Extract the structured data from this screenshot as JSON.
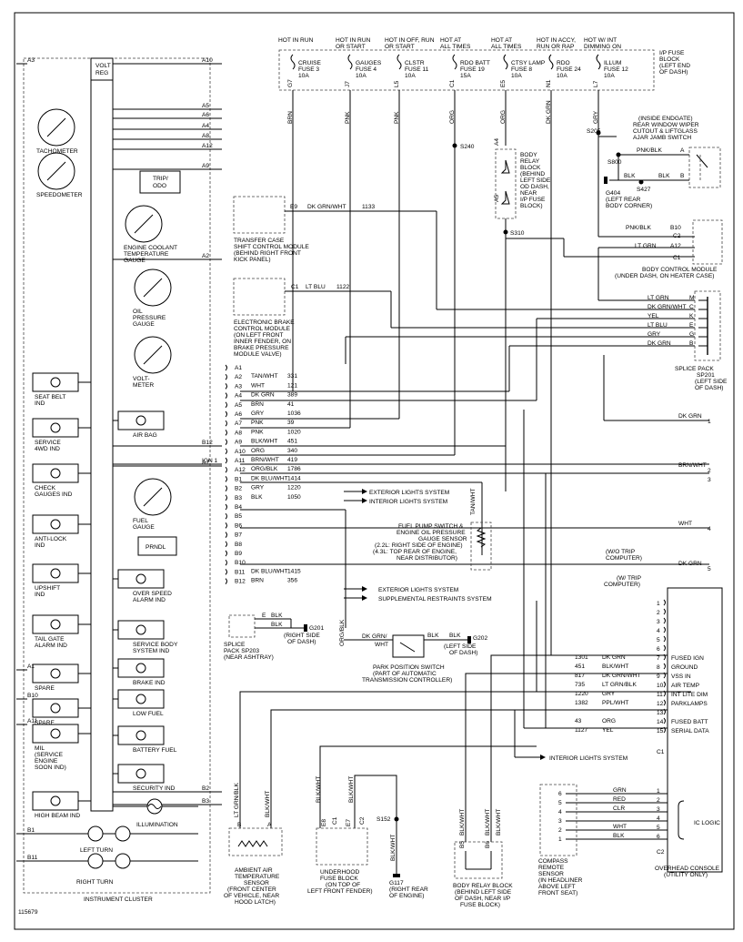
{
  "fuse_block": {
    "label": [
      "I/P FUSE",
      "BLOCK",
      "(LEFT END",
      "OF DASH)"
    ],
    "fuses": [
      {
        "hot": [
          "HOT IN RUN",
          ""
        ],
        "name": "CRUISE",
        "num": "FUSE 3",
        "amp": "10A",
        "pin": "G7",
        "wire": "BRN"
      },
      {
        "hot": [
          "HOT IN RUN",
          "OR START"
        ],
        "name": "GAUGES",
        "num": "FUSE 4",
        "amp": "10A",
        "pin": "J7",
        "wire": "PNK"
      },
      {
        "hot": [
          "HOT IN OFF, RUN",
          "OR START"
        ],
        "name": "CLSTR",
        "num": "FUSE 11",
        "amp": "10A",
        "pin": "L5",
        "wire": "PNK"
      },
      {
        "hot": [
          "HOT AT",
          "ALL TIMES"
        ],
        "name": "RDO BATT",
        "num": "FUSE 19",
        "amp": "15A",
        "pin": "C1",
        "wire": "ORG"
      },
      {
        "hot": [
          "HOT AT",
          "ALL TIMES"
        ],
        "name": "CTSY LAMP",
        "num": "FUSE 8",
        "amp": "10A",
        "pin": "E5",
        "wire": "ORG"
      },
      {
        "hot": [
          "HOT IN ACCY,",
          "RUN OR RAP"
        ],
        "name": "RDO",
        "num": "FUSE 24",
        "amp": "10A",
        "pin": "N1",
        "wire": "DK GRN"
      },
      {
        "hot": [
          "HOT W/ INT",
          "DIMMING ON"
        ],
        "name": "ILLUM",
        "num": "FUSE 12",
        "amp": "10A",
        "pin": "L7",
        "wire": "GRY"
      }
    ]
  },
  "cluster": {
    "title": "INSTRUMENT CLUSTER",
    "volt_reg": [
      "VOLT",
      "REG"
    ],
    "trip_odo": [
      "TRIP/",
      "ODO"
    ],
    "prndl": "PRNDL",
    "gauges": [
      {
        "label": [
          "TACHOMETER"
        ]
      },
      {
        "label": [
          "SPEEDOMETER"
        ]
      },
      {
        "label": [
          "ENGINE COOLANT",
          "TEMPERATURE",
          "GAUGE"
        ]
      },
      {
        "label": [
          "OIL",
          "PRESSURE",
          "GAUGE"
        ]
      },
      {
        "label": [
          "VOLT-",
          "METER"
        ]
      },
      {
        "label": [
          "FUEL",
          "GAUGE"
        ]
      }
    ],
    "left_indicators": [
      [
        "SEAT BELT",
        "IND"
      ],
      [
        "SERVICE",
        "4WD IND"
      ],
      [
        "CHECK",
        "GAUGES IND"
      ],
      [
        "ANTI-LOCK",
        "IND"
      ],
      [
        "UPSHIFT",
        "IND"
      ],
      [
        "TAIL GATE",
        "ALARM IND"
      ],
      [
        "SPARE"
      ],
      [
        "SPARE"
      ],
      [
        "MIL",
        "(SERVICE",
        "ENGINE",
        "SOON IND)"
      ],
      [
        "HIGH BEAM IND"
      ]
    ],
    "right_indicators": [
      [
        "AIR BAG"
      ],
      [
        "OVER SPEED",
        "ALARM IND"
      ],
      [
        "SERVICE BODY",
        "SYSTEM IND"
      ],
      [
        "BRAKE IND"
      ],
      [
        "LOW FUEL"
      ],
      [
        "BATTERY FUEL"
      ],
      [
        "SECURITY IND"
      ]
    ],
    "illumination": "ILLUMINATION",
    "left_turn": "LEFT TURN",
    "right_turn": "RIGHT TURN",
    "pins_left": [
      "A3",
      "A1",
      "B10",
      "A11",
      "B1",
      "B11"
    ],
    "pins_right": [
      "A10",
      "A5",
      "A6",
      "A4",
      "A8",
      "A12",
      "A9",
      "A2",
      "B12",
      "IGN 1",
      "A7",
      "B2",
      "B3"
    ]
  },
  "connector": {
    "rows": [
      {
        "pin": "A1",
        "color": "",
        "ckt": ""
      },
      {
        "pin": "A2",
        "color": "TAN/WHT",
        "ckt": "331"
      },
      {
        "pin": "A3",
        "color": "WHT",
        "ckt": "121"
      },
      {
        "pin": "A4",
        "color": "DK GRN",
        "ckt": "389"
      },
      {
        "pin": "A5",
        "color": "BRN",
        "ckt": "41"
      },
      {
        "pin": "A6",
        "color": "GRY",
        "ckt": "1036"
      },
      {
        "pin": "A7",
        "color": "PNK",
        "ckt": "39"
      },
      {
        "pin": "A8",
        "color": "PNK",
        "ckt": "1020"
      },
      {
        "pin": "A9",
        "color": "BLK/WHT",
        "ckt": "451"
      },
      {
        "pin": "A10",
        "color": "ORG",
        "ckt": "340"
      },
      {
        "pin": "A11",
        "color": "BRN/WHT",
        "ckt": "419"
      },
      {
        "pin": "A12",
        "color": "ORG/BLK",
        "ckt": "1786"
      },
      {
        "pin": "B1",
        "color": "DK BLU/WHT",
        "ckt": "1414"
      },
      {
        "pin": "B2",
        "color": "GRY",
        "ckt": "1220"
      },
      {
        "pin": "B3",
        "color": "BLK",
        "ckt": "1050"
      },
      {
        "pin": "B4",
        "color": "",
        "ckt": ""
      },
      {
        "pin": "B5",
        "color": "",
        "ckt": ""
      },
      {
        "pin": "B6",
        "color": "",
        "ckt": ""
      },
      {
        "pin": "B7",
        "color": "",
        "ckt": ""
      },
      {
        "pin": "B8",
        "color": "",
        "ckt": ""
      },
      {
        "pin": "B9",
        "color": "",
        "ckt": ""
      },
      {
        "pin": "B10",
        "color": "",
        "ckt": ""
      },
      {
        "pin": "B11",
        "color": "DK BLU/WHT",
        "ckt": "1415"
      },
      {
        "pin": "B12",
        "color": "BRN",
        "ckt": "356"
      }
    ],
    "exterior_lights": "EXTERIOR LIGHTS SYSTEM",
    "interior_lights": "INTERIOR LIGHTS SYSTEM",
    "supplemental": "SUPPLEMENTAL RESTRAINTS SYSTEM"
  },
  "tcase": {
    "pin": "E9",
    "color": "DK GRN/WHT",
    "ckt": "1133",
    "label": [
      "TRANSFER CASE",
      "SHIFT CONTROL MODULE",
      "(BEHIND RIGHT FRONT",
      "KICK PANEL)"
    ]
  },
  "ebcm": {
    "pin": "C1",
    "color": "LT BLU",
    "ckt": "1122",
    "label": [
      "ELECTRONIC BRAKE",
      "CONTROL MODULE",
      "(ON LEFT FRONT",
      "INNER FENDER, ON",
      "BRAKE PRESSURE",
      "MODULE VALVE)"
    ]
  },
  "splices": {
    "s240": "S240",
    "s310": "S310",
    "s205": "S205",
    "s800": "S800",
    "s427": "S427",
    "s152": "S152"
  },
  "body_relay_top": {
    "label": [
      "BODY",
      "RELAY",
      "BLOCK",
      "(BEHIND",
      "LEFT SIDE",
      "OD DASH,",
      "NEAR",
      "I/P FUSE",
      "BLOCK)"
    ],
    "a4": "A4",
    "a5": "A5"
  },
  "endgate": {
    "label": [
      "(INSIDE ENDGATE)",
      "REAR WINDOW WIPER",
      "CUTOUT & LIFTGLASS",
      "AJAR JAMB SWITCH"
    ],
    "wire_a": "PNK/BLK",
    "pin_a": "A",
    "blk": "BLK",
    "pin_b": "B"
  },
  "g404": [
    "G404",
    "(LEFT REAR",
    "BODY CORNER)"
  ],
  "bcm": {
    "w1": "PNK/BLK",
    "p1": "B10",
    "c2": "C2",
    "w2": "LT GRN",
    "p2": "A12",
    "c1": "C1",
    "label": [
      "BODY CONTROL MODULE",
      "(UNDER DASH, ON HEATER CASE)"
    ]
  },
  "sp201": {
    "rows": [
      {
        "w": "LT GRN",
        "p": "M"
      },
      {
        "w": "DK GRN/WHT",
        "p": "C"
      },
      {
        "w": "YEL",
        "p": "K"
      },
      {
        "w": "LT BLU",
        "p": "E"
      },
      {
        "w": "GRY",
        "p": "G"
      },
      {
        "w": "DK GRN",
        "p": "B"
      }
    ],
    "label": [
      "SPLICE PACK",
      "SP201",
      "(LEFT SIDE",
      "OF DASH)"
    ]
  },
  "right_refs": [
    {
      "w": "DK GRN",
      "n": "1"
    },
    {
      "w": "BRN/WHT",
      "n": "2"
    },
    {
      "w": "",
      "n": "3"
    },
    {
      "w": "WHT",
      "n": "4"
    },
    {
      "w": "DK GRN",
      "n": "5"
    }
  ],
  "fuel_pump": {
    "wire": "TAN/WHT",
    "label": [
      "FUEL PUMP SWITCH &",
      "ENGINE OIL PRESSURE",
      "GAUGE SENSOR",
      "(2.2L: RIGHT SIDE OF ENGINE)",
      "(4.3L: TOP REAR OF ENGINE,",
      "NEAR DISTRIBUTOR)"
    ]
  },
  "sp203": {
    "pin": "E",
    "w": "BLK",
    "w2": "BLK",
    "label": [
      "SPLICE",
      "PACK SP203",
      "(NEAR ASHTRAY)"
    ]
  },
  "g201": [
    "G201",
    "(RIGHT SIDE",
    "OF DASH)"
  ],
  "g202": [
    "G202",
    "(LEFT SIDE",
    "OF DASH)"
  ],
  "park_switch": {
    "w1": [
      "DK GRN/",
      "WHT"
    ],
    "w2": "BLK",
    "w3": "BLK",
    "orgblk": "ORG/BLK",
    "label": [
      "PARK POSITION SWITCH",
      "(PART OF AUTOMATIC",
      "TRANSMISSION CONTROLLER)"
    ]
  },
  "trip_notes": {
    "wo": [
      "(W/O TRIP",
      "COMPUTER)"
    ],
    "w": [
      "(W/ TRIP",
      "COMPUTER)"
    ]
  },
  "overhead": {
    "rows": [
      {
        "ckt": "",
        "w": "",
        "pin": "1",
        "f": ""
      },
      {
        "ckt": "",
        "w": "",
        "pin": "2",
        "f": ""
      },
      {
        "ckt": "",
        "w": "",
        "pin": "3",
        "f": ""
      },
      {
        "ckt": "",
        "w": "",
        "pin": "4",
        "f": ""
      },
      {
        "ckt": "",
        "w": "",
        "pin": "5",
        "f": ""
      },
      {
        "ckt": "",
        "w": "",
        "pin": "6",
        "f": ""
      },
      {
        "ckt": "1301",
        "w": "DK GRN",
        "pin": "7",
        "f": "FUSED IGN"
      },
      {
        "ckt": "451",
        "w": "BLK/WHT",
        "pin": "8",
        "f": "GROUND"
      },
      {
        "ckt": "817",
        "w": "DK GRN/WHT",
        "pin": "9",
        "f": "VSS IN"
      },
      {
        "ckt": "735",
        "w": "LT GRN/BLK",
        "pin": "10",
        "f": "AIR TEMP"
      },
      {
        "ckt": "1220",
        "w": "GRY",
        "pin": "11",
        "f": "INT LITE DIM"
      },
      {
        "ckt": "1382",
        "w": "PPL/WHT",
        "pin": "12",
        "f": "PARKLAMPS"
      },
      {
        "ckt": "",
        "w": "",
        "pin": "13",
        "f": ""
      },
      {
        "ckt": "43",
        "w": "ORG",
        "pin": "14",
        "f": "FUSED BATT"
      },
      {
        "ckt": "1127",
        "w": "YEL",
        "pin": "15",
        "f": "SERIAL DATA"
      }
    ],
    "c1": "C1",
    "c2": "C2",
    "compass_rows": [
      {
        "l": "6",
        "w": "GRN",
        "r": "1"
      },
      {
        "l": "5",
        "w": "RED",
        "r": "2"
      },
      {
        "l": "4",
        "w": "CLR",
        "r": "3"
      },
      {
        "l": "3",
        "w": "",
        "r": "4"
      },
      {
        "l": "2",
        "w": "WHT",
        "r": "5"
      },
      {
        "l": "1",
        "w": "BLK",
        "r": "6"
      }
    ],
    "ic_logic": "IC LOGIC",
    "label": [
      "OVERHEAD CONSOLE",
      "(UTILITY ONLY)"
    ],
    "compass_label": [
      "COMPASS",
      "REMOTE",
      "SENSOR",
      "(IN HEADLINER",
      "ABOVE LEFT",
      "FRONT SEAT)"
    ]
  },
  "interior_lights_bottom": "INTERIOR LIGHTS SYSTEM",
  "ambient": {
    "b": "B",
    "a": "A",
    "w1": "LT GRN/BLK",
    "w2": "BLK/WHT",
    "label": [
      "AMBIENT AIR",
      "TEMPERATURE",
      "SENSOR",
      "(FRONT CENTER",
      "OF VEHICLE, NEAR",
      "HOOD LATCH)"
    ]
  },
  "underhood": {
    "w1": "BLK/WHT",
    "w2": "BLK/WHT",
    "p1": "E8",
    "p2": "E7",
    "c1": "C1",
    "c2": "C2",
    "label": [
      "UNDERHOOD",
      "FUSE BLOCK",
      "(ON TOP OF",
      "LEFT FRONT FENDER)"
    ]
  },
  "g117": {
    "w": "BLK/WHT",
    "label": [
      "G117",
      "(RIGHT REAR",
      "OF ENGINE)"
    ]
  },
  "body_relay_bottom": {
    "p1": "B5",
    "p2": "B6",
    "w1": "BLK/WHT",
    "w2": "BLK/WHT",
    "w3": "BLK/WHT",
    "label": [
      "BODY RELAY BLOCK",
      "(BEHIND LEFT SIDE",
      "OF DASH, NEAR I/P",
      "FUSE BLOCK)"
    ]
  },
  "figure_id": "115679"
}
